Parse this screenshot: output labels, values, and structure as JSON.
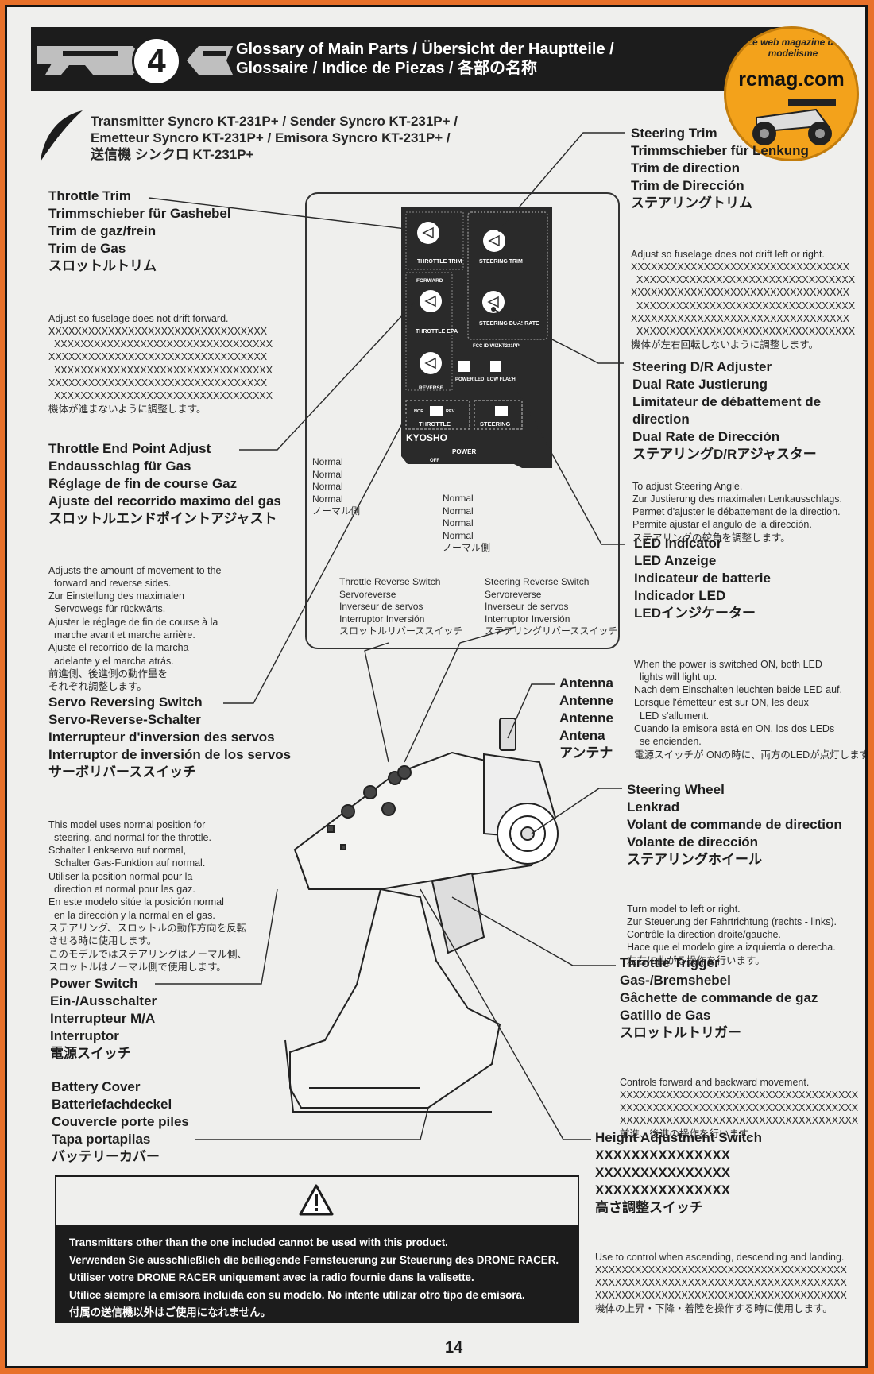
{
  "header": {
    "section_number": "4",
    "title_line1": "Glossary of Main Parts  /  Übersicht der Hauptteile  /",
    "title_line2": "Glossaire  /  Indice de Piezas  /  各部の名称"
  },
  "watermark": {
    "arc_text": "Le web magazine du modelisme",
    "brand": "rcmag.com"
  },
  "transmitter_title": [
    "Transmitter Syncro KT-231P+ / Sender Syncro KT-231P+ /",
    "Emetteur Syncro KT-231P+ / Emisora Syncro KT-231P+ /",
    "送信機 シンクロ KT-231P+"
  ],
  "parts": {
    "throttle_trim": {
      "names": [
        "Throttle Trim",
        "Trimmschieber für Gashebel",
        "Trim de gaz/frein",
        "Trim de Gas",
        "スロットルトリム"
      ],
      "desc": [
        "Adjust so fuselage does not drift forward.",
        "XXXXXXXXXXXXXXXXXXXXXXXXXXXXXXXXX",
        "  XXXXXXXXXXXXXXXXXXXXXXXXXXXXXXXXX",
        "XXXXXXXXXXXXXXXXXXXXXXXXXXXXXXXXX",
        "  XXXXXXXXXXXXXXXXXXXXXXXXXXXXXXXXX",
        "XXXXXXXXXXXXXXXXXXXXXXXXXXXXXXXXX",
        "  XXXXXXXXXXXXXXXXXXXXXXXXXXXXXXXXX",
        "機体が進まないように調整します。"
      ]
    },
    "throttle_epa": {
      "names": [
        "Throttle End Point Adjust",
        "Endausschlag für Gas",
        "Réglage de fin de course Gaz",
        "Ajuste del recorrido maximo del gas",
        "スロットルエンドポイントアジャスト"
      ],
      "desc": [
        "Adjusts the amount of movement to the",
        "  forward and reverse sides.",
        "Zur Einstellung des maximalen",
        "  Servowegs für rückwärts.",
        "Ajuster le réglage de fin de course à la",
        "  marche avant et marche arrière.",
        "Ajuste el recorrido de la marcha",
        "  adelante y el marcha atrás.",
        "前進側、後進側の動作量を",
        "それぞれ調整します。"
      ]
    },
    "servo_reversing": {
      "names": [
        "Servo Reversing Switch",
        "Servo-Reverse-Schalter",
        "Interrupteur d'inversion des servos",
        "Interruptor de inversión de los servos",
        "サーボリバーススイッチ"
      ],
      "desc": [
        "This model uses normal position for",
        "  steering, and normal for the throttle.",
        "Schalter Lenkservo auf normal,",
        "  Schalter Gas-Funktion auf normal.",
        "Utiliser la position normal pour la",
        "  direction et normal pour les gaz.",
        "En este modelo sitúe la posición normal",
        "  en la dirección y la normal en el gas.",
        "ステアリング、スロットルの動作方向を反転",
        "させる時に使用します。",
        "このモデルではステアリングはノーマル側、",
        "スロットルはノーマル側で使用します。"
      ]
    },
    "power_switch": {
      "names": [
        "Power Switch",
        "Ein-/Ausschalter",
        "Interrupteur M/A",
        "Interruptor",
        "電源スイッチ"
      ]
    },
    "battery_cover": {
      "names": [
        "Battery Cover",
        "Batteriefachdeckel",
        "Couvercle porte piles",
        "Tapa portapilas",
        "バッテリーカバー"
      ]
    },
    "steering_trim": {
      "names": [
        "Steering Trim",
        "Trimmschieber für Lenkung",
        "Trim de direction",
        "Trim de Dirección",
        "ステアリングトリム"
      ],
      "desc": [
        "Adjust so fuselage does not drift left or right.",
        "XXXXXXXXXXXXXXXXXXXXXXXXXXXXXXXXX",
        "  XXXXXXXXXXXXXXXXXXXXXXXXXXXXXXXXX",
        "XXXXXXXXXXXXXXXXXXXXXXXXXXXXXXXXX",
        "  XXXXXXXXXXXXXXXXXXXXXXXXXXXXXXXXX",
        "XXXXXXXXXXXXXXXXXXXXXXXXXXXXXXXXX",
        "  XXXXXXXXXXXXXXXXXXXXXXXXXXXXXXXXX",
        "機体が左右回転しないように調整します。"
      ]
    },
    "steering_dr": {
      "names": [
        "Steering D/R Adjuster",
        "Dual Rate Justierung",
        "Limitateur de débattement de direction",
        "Dual Rate de Dirección",
        "ステアリングD/Rアジャスター"
      ],
      "desc": [
        "To adjust Steering Angle.",
        "Zur Justierung des maximalen Lenkausschlags.",
        "Permet d'ajuster le débattement de la direction.",
        "Permite ajustar el angulo de la dirección.",
        "ステアリングの舵角を調整します。"
      ]
    },
    "led_indicator": {
      "names": [
        "LED Indicator",
        "LED Anzeige",
        "Indicateur de batterie",
        "Indicador LED",
        "LEDインジケーター"
      ],
      "desc": [
        "When the power is switched ON, both LED",
        "  lights will light up.",
        "Nach dem Einschalten leuchten beide LED auf.",
        "Lorsque l'émetteur est sur ON, les deux",
        "  LED s'allument.",
        "Cuando la emisora está en ON, los dos LEDs",
        "  se encienden.",
        "電源スイッチが ONの時に、両方のLEDが点灯します。"
      ]
    },
    "antenna": {
      "names": [
        "Antenna",
        "Antenne",
        "Antenne",
        "Antena",
        "アンテナ"
      ]
    },
    "steering_wheel": {
      "names": [
        "Steering Wheel",
        "Lenkrad",
        "Volant de commande de direction",
        "Volante de dirección",
        "ステアリングホイール"
      ],
      "desc": [
        "Turn model to left or right.",
        "Zur Steuerung der Fahrtrichtung (rechts - links).",
        "Contrôle la direction droite/gauche.",
        "Hace que el modelo gire a izquierda o derecha.",
        "左右に曲がる操作を行います。"
      ]
    },
    "throttle_trigger": {
      "names": [
        "Throttle Trigger",
        "Gas-/Bremshebel",
        "Gâchette de commande de gaz",
        "Gatillo de Gas",
        "スロットルトリガー"
      ],
      "desc": [
        "Controls forward and backward movement.",
        "XXXXXXXXXXXXXXXXXXXXXXXXXXXXXXXXXXXX",
        "XXXXXXXXXXXXXXXXXXXXXXXXXXXXXXXXXXXX",
        "XXXXXXXXXXXXXXXXXXXXXXXXXXXXXXXXXXXX",
        "前進、後進の操作を行います。"
      ]
    },
    "height_switch": {
      "names": [
        "Height Adjustment Switch",
        "XXXXXXXXXXXXXXX",
        "XXXXXXXXXXXXXXX",
        "XXXXXXXXXXXXXXX",
        "高さ調整スイッチ"
      ],
      "desc": [
        "Use to control when ascending, descending and landing.",
        "XXXXXXXXXXXXXXXXXXXXXXXXXXXXXXXXXXXXXX",
        "XXXXXXXXXXXXXXXXXXXXXXXXXXXXXXXXXXXXXX",
        "XXXXXXXXXXXXXXXXXXXXXXXXXXXXXXXXXXXXXX",
        "機体の上昇・下降・着陸を操作する時に使用します。"
      ]
    }
  },
  "switch_panel": {
    "normal_left": [
      "Normal",
      "Normal",
      "Normal",
      "Normal",
      "ノーマル側"
    ],
    "normal_right": [
      "Normal",
      "Normal",
      "Normal",
      "Normal",
      "ノーマル側"
    ],
    "throttle_reverse": [
      "Throttle Reverse Switch",
      "Servoreverse",
      "Inverseur de servos",
      "Interruptor Inversión",
      "スロットルリバーススイッチ"
    ],
    "steering_reverse": [
      "Steering Reverse Switch",
      "Servoreverse",
      "Inverseur de servos",
      "Interruptor Inversión",
      "ステアリングリバーススイッチ"
    ]
  },
  "transmitter_face": {
    "throttle_trim": "THROTTLE TRIM",
    "steering_trim": "STEERING TRIM",
    "forward": "FORWARD",
    "throttle_epa": "THROTTLE EPA",
    "steering_dualrate": "STEERING DUALRATE",
    "fcc": "FCC ID WIZKT231PP",
    "reverse": "REVERSE",
    "power_led": "POWER LED",
    "low_flash": "LOW FLASH",
    "throttle": "THROTTLE",
    "steering": "STEERING",
    "nor": "NOR",
    "rev": "REV",
    "power": "POWER",
    "off": "OFF",
    "brand": "KYOSHO"
  },
  "warning": [
    "Transmitters other than the one included cannot be used with this product.",
    "Verwenden Sie ausschließlich die beiliegende Fernsteuerung zur Steuerung des DRONE RACER.",
    "Utiliser votre DRONE RACER uniquement avec la radio fournie dans la valisette.",
    "Utilice siempre la emisora incluida con su modelo.  No intente utilizar otro tipo de emisora.",
    "付属の送信機以外はご使用になれません。"
  ],
  "page_number": "14"
}
